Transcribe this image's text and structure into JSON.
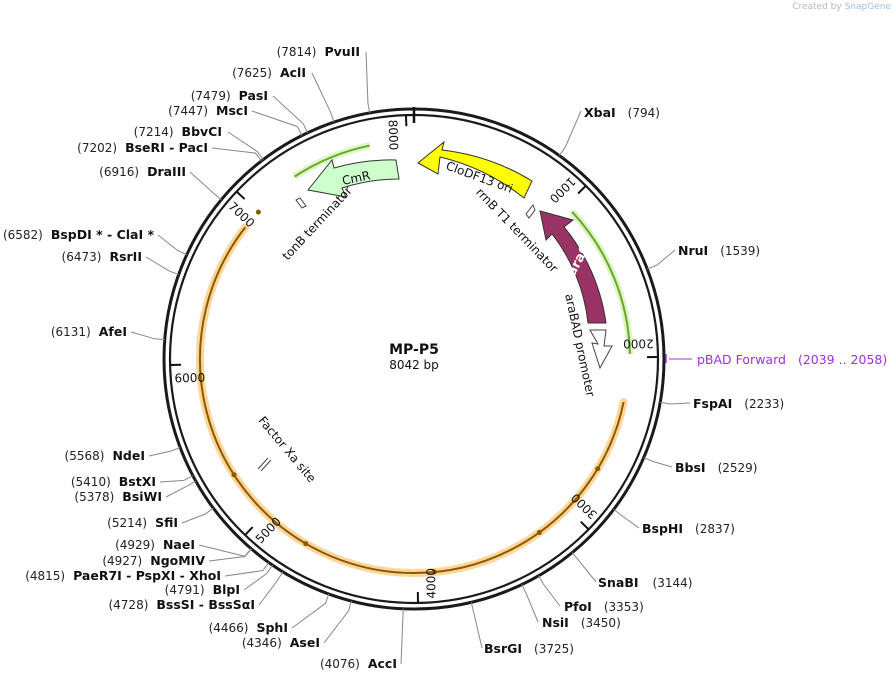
{
  "credit": {
    "prefix": "Created by",
    "brand": "SnapGene"
  },
  "plasmid": {
    "name": "MP-P5",
    "length_label": "8042 bp"
  },
  "ticks": [
    "1000",
    "2000",
    "3000",
    "4000",
    "5000",
    "6000",
    "7000",
    "8000"
  ],
  "enzymes_right": [
    {
      "name": "XbaI",
      "pos": "(794)"
    },
    {
      "name": "NruI",
      "pos": "(1539)"
    },
    {
      "name": "FspAI",
      "pos": "(2233)"
    },
    {
      "name": "BbsI",
      "pos": "(2529)"
    },
    {
      "name": "BspHI",
      "pos": "(2837)"
    },
    {
      "name": "SnaBI",
      "pos": "(3144)"
    },
    {
      "name": "PfoI",
      "pos": "(3353)"
    },
    {
      "name": "NsiI",
      "pos": "(3450)"
    },
    {
      "name": "BsrGI",
      "pos": "(3725)"
    }
  ],
  "enzymes_left": [
    {
      "pos": "(7814)",
      "name": "PvuII"
    },
    {
      "pos": "(7625)",
      "name": "AclI"
    },
    {
      "pos": "(7479)",
      "name": "PasI"
    },
    {
      "pos": "(7447)",
      "name": "MscI"
    },
    {
      "pos": "(7214)",
      "name": "BbvCI"
    },
    {
      "pos": "(7202)",
      "name": "BseRI  - PacI"
    },
    {
      "pos": "(6916)",
      "name": "DraIII"
    },
    {
      "pos": "(6582)",
      "name": "BspDI *  - ClaI *"
    },
    {
      "pos": "(6473)",
      "name": "RsrII"
    },
    {
      "pos": "(6131)",
      "name": "AfeI"
    },
    {
      "pos": "(5568)",
      "name": "NdeI"
    },
    {
      "pos": "(5410)",
      "name": "BstXI"
    },
    {
      "pos": "(5378)",
      "name": "BsiWI"
    },
    {
      "pos": "(5214)",
      "name": "SfiI"
    },
    {
      "pos": "(4929)",
      "name": "NaeI"
    },
    {
      "pos": "(4927)",
      "name": "NgoMIV"
    },
    {
      "pos": "(4815)",
      "name": "PaeR7I  - PspXI  - XhoI"
    },
    {
      "pos": "(4791)",
      "name": "BlpI"
    },
    {
      "pos": "(4728)",
      "name": "BssSI  - BssSαI"
    },
    {
      "pos": "(4466)",
      "name": "SphI"
    },
    {
      "pos": "(4346)",
      "name": "AseI"
    },
    {
      "pos": "(4076)",
      "name": "AccI"
    }
  ],
  "primer": {
    "name": "pBAD Forward",
    "range": "(2039 .. 2058)",
    "color": "#a030d8"
  },
  "features": {
    "cloDF13_ori": "CloDF13 ori",
    "araC": "araC",
    "CmR": "CmR",
    "rrnB_T1_terminator": "rrnB T1 terminator",
    "araBAD_promoter": "araBAD promoter",
    "tonB_terminator": "tonB terminator",
    "factor_xa_site": "Factor Xa site"
  },
  "colors": {
    "backbone": "#1a1a1a",
    "cloDF13_ori": "#ffff00",
    "araC": "#993366",
    "CmR": "#ccffcc",
    "orf_highlight": "#ffd699",
    "orf_line": "#8a5a00",
    "green_orf": "#66aa22",
    "primer": "#a030d8",
    "brand": "#9cc3da"
  }
}
